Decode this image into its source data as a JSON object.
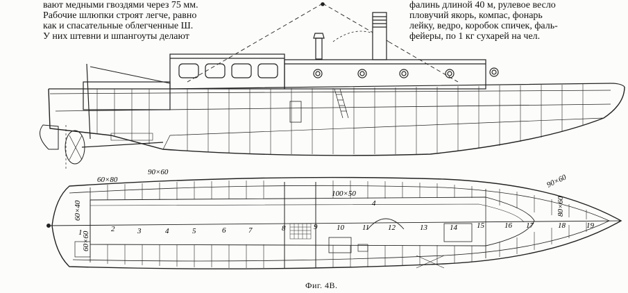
{
  "left_text": [
    "вают медными гвоздями через 75 мм.",
    "Рабочие шлюпки строят легче, равно",
    "как и спасательные облегченные Ш.",
    "У них штевни и шпангоуты делают"
  ],
  "right_text": [
    "фалинь длиной 40 м, рулевое весло",
    "пловучий якорь, компас, фонарь",
    "лейку, ведро, коробок спичек, фаль-",
    "фейеры, по 1 кг сухарей на чел."
  ],
  "plan_dimensions": {
    "d_60x80": "60×80",
    "d_90x60_top": "90×60",
    "d_100x50": "100×50",
    "d_90x60_bow": "90×60",
    "d_80x60": "80×60",
    "d_60x40": "60×40",
    "d_60x60": "60×60"
  },
  "frame_numbers": [
    "1",
    "2",
    "3",
    "4",
    "5",
    "6",
    "7",
    "8",
    "9",
    "10",
    "11",
    "12",
    "13",
    "14",
    "15",
    "16",
    "17",
    "18",
    "19"
  ],
  "marker_4": "4",
  "caption": "Фиг. 4В."
}
